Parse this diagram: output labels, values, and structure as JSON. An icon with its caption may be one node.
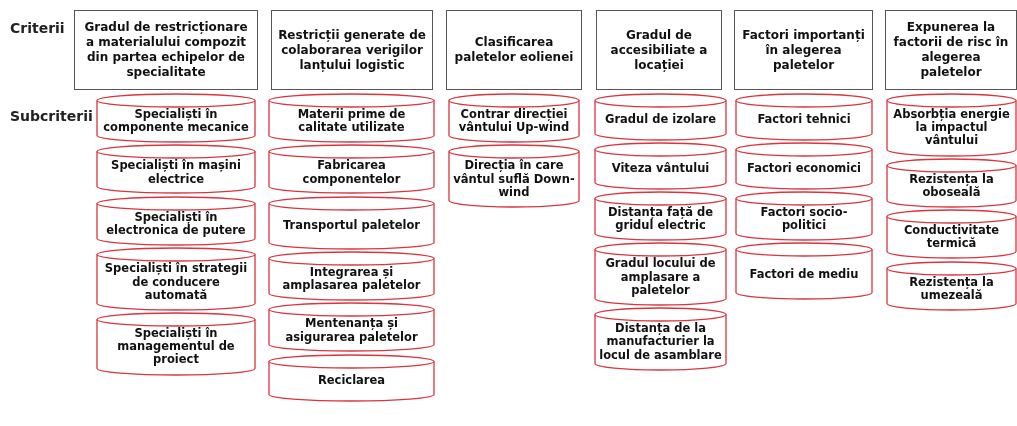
{
  "diagram": {
    "nodes": [
      {
        "text": [
          "Gradul de restricționare a materialului compozit din partea echipelor de specialitate"
        ]
      },
      {
        "text": [
          "Restricții generate de colaborarea verigilor lanțului logistic"
        ]
      },
      {
        "text": [
          "Clasificarea paletelor eolienei"
        ]
      },
      {
        "text": [
          "Gradul de accesibiliate a locației"
        ]
      },
      {
        "text": [
          "Factori importanți în alegerea paletelor"
        ]
      },
      {
        "text": [
          "Expunerea la factorii de risc în alegerea paletelor"
        ]
      },
      {
        "text": [
          "Specialiști în componente mecanice"
        ]
      },
      {
        "text": [
          "Specialiști în mașini electrice"
        ]
      },
      {
        "text": [
          "Specialiști în electronica de putere"
        ]
      },
      {
        "text": [
          "Specialiști în strategii de conducere automată"
        ]
      },
      {
        "text": [
          "Specialiști în managementul de proiect"
        ]
      },
      {
        "text": [
          "Materii prime de calitate utilizate"
        ]
      },
      {
        "text": [
          "Fabricarea componentelor"
        ]
      },
      {
        "text": [
          "Transportul paletelor"
        ]
      },
      {
        "text": [
          "Integrarea și amplasarea paletelor"
        ]
      },
      {
        "text": [
          "Mentenanța și asigurarea paletelor"
        ]
      },
      {
        "text": [
          "Reciclarea"
        ]
      },
      {
        "text": [
          "Contrar direcției vântului Up-wind"
        ]
      },
      {
        "text": [
          "Direcția în care vântul suflă Down-wind"
        ]
      },
      {
        "text": [
          "Gradul de izolare"
        ]
      },
      {
        "text": [
          "Viteza vântului"
        ]
      },
      {
        "text": [
          "Distanța față de gridul electric"
        ]
      },
      {
        "text": [
          "Gradul locului de amplasare a paletelor"
        ]
      },
      {
        "text": [
          "Distanța de la manufacturier la locul de asamblare"
        ]
      },
      {
        "text": [
          "Factori tehnici"
        ]
      },
      {
        "text": [
          "Factori economici"
        ]
      },
      {
        "text": [
          "Factori socio-politici"
        ]
      },
      {
        "text": [
          "Factori de mediu"
        ]
      },
      {
        "text": [
          "Absorbția energie la impactul vântului"
        ]
      },
      {
        "text": [
          "Rezistența la oboseală"
        ]
      },
      {
        "text": [
          "Conductivitate termică"
        ]
      },
      {
        "text": [
          "Rezistența la umezeală"
        ]
      }
    ],
    "labels": [
      "Criterii",
      "Subcriterii"
    ]
  }
}
